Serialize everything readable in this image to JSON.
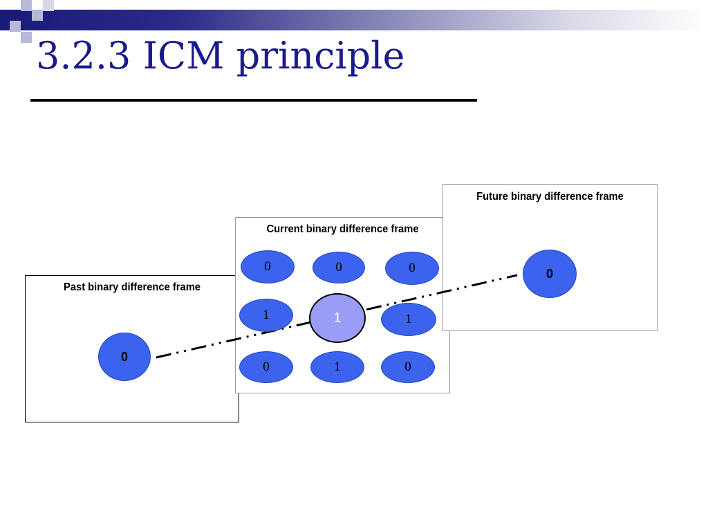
{
  "slide": {
    "title": "3.2.3 ICM principle"
  },
  "frames": {
    "past": {
      "label": "Past binary difference frame",
      "pixel": "0"
    },
    "current": {
      "label": "Current binary difference frame",
      "pixels": [
        "0",
        "0",
        "0",
        "1",
        "1",
        "1",
        "0",
        "1",
        "0"
      ]
    },
    "future": {
      "label": "Future binary difference frame",
      "pixel": "0"
    }
  },
  "colors": {
    "title": "#1a1a8c",
    "pixel_fill": "#3b63ee",
    "center_pixel_fill": "#9a9cf6"
  }
}
